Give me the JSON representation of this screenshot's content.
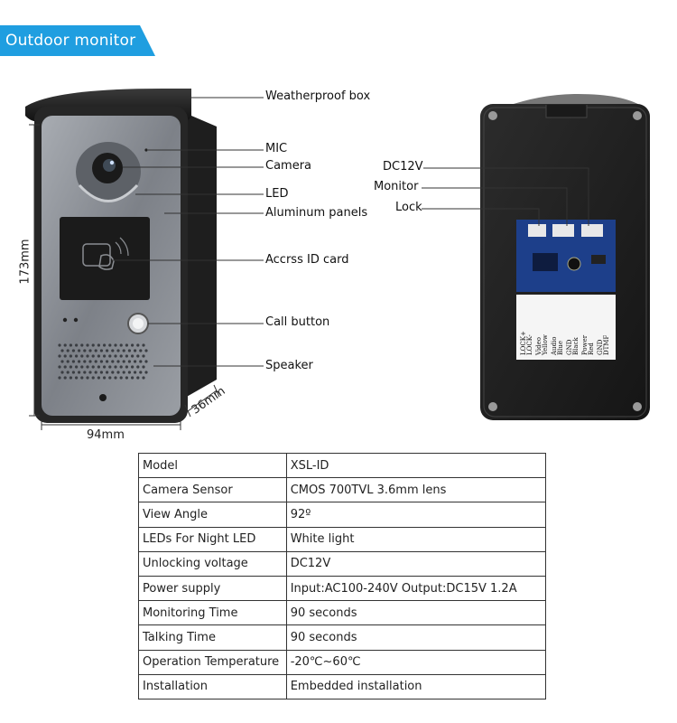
{
  "banner": {
    "title": "Outdoor monitor"
  },
  "front_labels": {
    "weatherproof_box": "Weatherproof box",
    "mic": "MIC",
    "camera": "Camera",
    "led": "LED",
    "aluminum_panels": "Aluminum panels",
    "access_id_card": "Accrss ID card",
    "call_button": "Call button",
    "speaker": "Speaker"
  },
  "dimensions": {
    "height": "173mm",
    "width": "94mm",
    "depth": "36mm"
  },
  "back_labels": {
    "dc12v": "DC12V",
    "monitor": "Monitor",
    "lock": "Lock"
  },
  "terminal_labels": [
    "LOCK+",
    "LOCK-",
    "Video",
    "Yellow",
    "Audio",
    "Blue",
    "GND",
    "Black",
    "Power",
    "Red",
    "GND",
    "DTMF"
  ],
  "specs": [
    {
      "label": "Model",
      "value": "XSL-ID"
    },
    {
      "label": "Camera Sensor",
      "value": "CMOS 700TVL 3.6mm lens"
    },
    {
      "label": "View Angle",
      "value": "92º"
    },
    {
      "label": "LEDs For Night LED",
      "value": "White light"
    },
    {
      "label": "Unlocking voltage",
      "value": "DC12V"
    },
    {
      "label": "Power supply",
      "value": "Input:AC100-240V Output:DC15V 1.2A"
    },
    {
      "label": "Monitoring Time",
      "value": "90 seconds"
    },
    {
      "label": "Talking Time",
      "value": "90 seconds"
    },
    {
      "label": "Operation Temperature",
      "value": "-20℃~60℃"
    },
    {
      "label": "Installation",
      "value": "Embedded installation"
    }
  ],
  "colors": {
    "banner": "#1f9ee0",
    "panel": "#8c9096",
    "body": "#2a2a2a",
    "pcb": "#1d3f8a"
  }
}
